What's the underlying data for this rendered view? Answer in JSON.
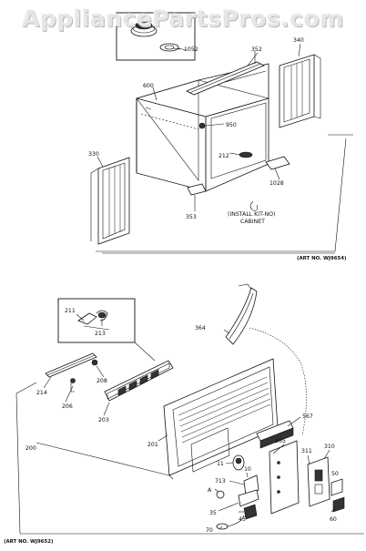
{
  "watermark": "AppliancePartsPros.com",
  "top_diagram": {
    "part_labels": [
      "1052",
      "352",
      "340",
      "600",
      "950",
      "212",
      "330",
      "1028",
      "353"
    ],
    "note_line1": "(INSTALL KIT-NO)",
    "note_line2": "CABINET",
    "art_no": "(ART NO. WJ9654)"
  },
  "bottom_diagram": {
    "part_labels": [
      "211",
      "213",
      "364",
      "208",
      "214",
      "206",
      "203",
      "567",
      "200",
      "201",
      "565",
      "311",
      "310",
      "11",
      "10",
      "50",
      "713",
      "A",
      "35",
      "45",
      "70",
      "60"
    ],
    "art_no": "(ART NO. WJ9652)"
  }
}
